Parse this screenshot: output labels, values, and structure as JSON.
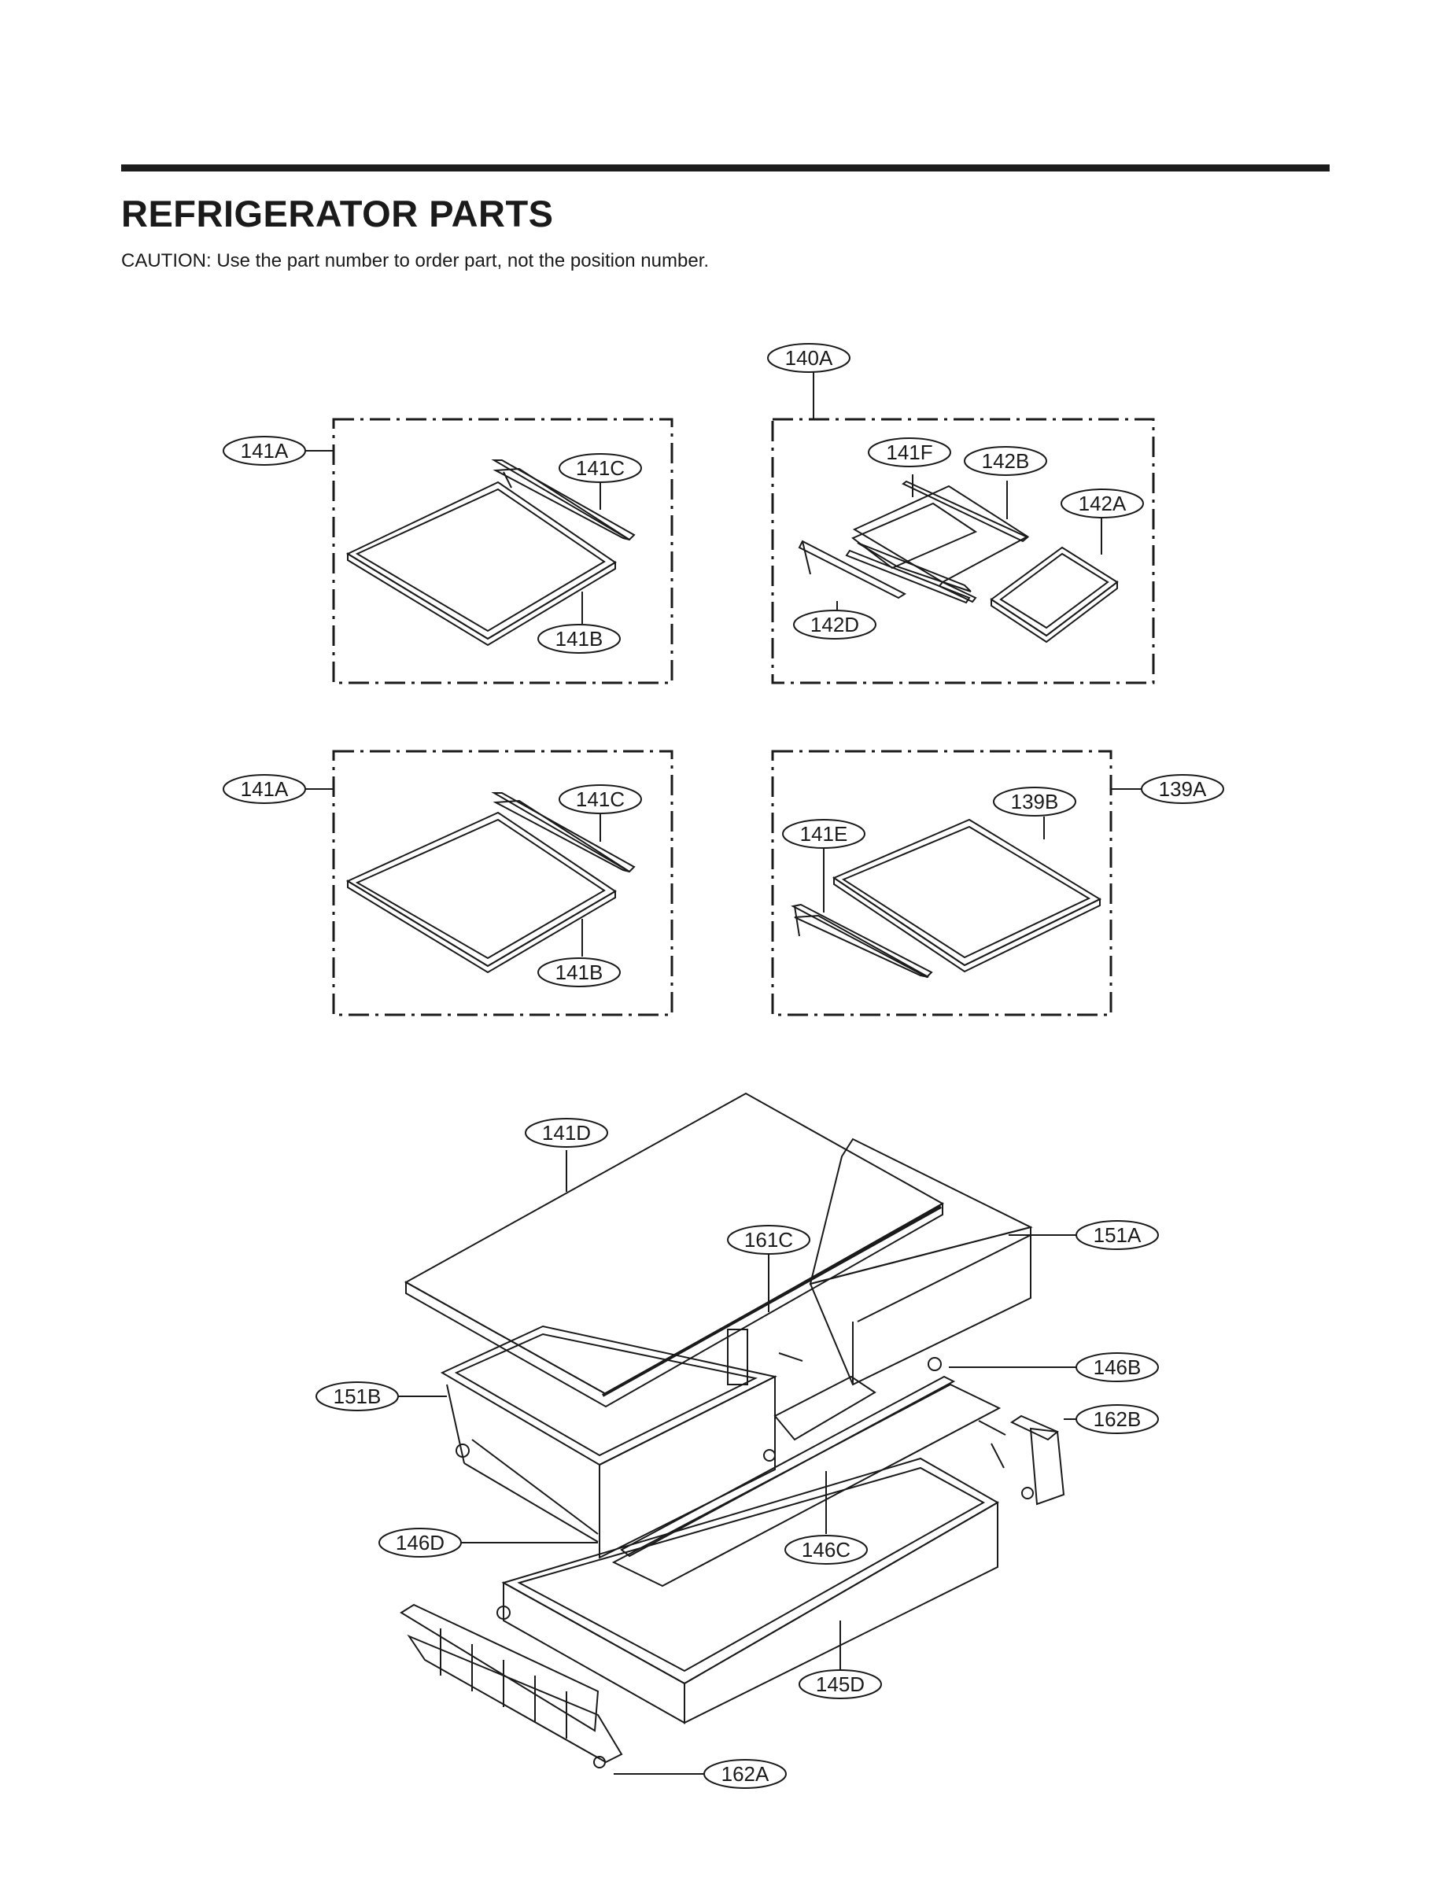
{
  "header": {
    "title": "REFRIGERATOR PARTS",
    "caution": "CAUTION: Use the part number to order part, not the position number."
  },
  "callouts": {
    "p140A": "140A",
    "p141A_1": "141A",
    "p141C_1": "141C",
    "p141B_1": "141B",
    "p141F": "141F",
    "p142B": "142B",
    "p142A": "142A",
    "p142D": "142D",
    "p141A_2": "141A",
    "p141C_2": "141C",
    "p141B_2": "141B",
    "p139B": "139B",
    "p139A": "139A",
    "p141E": "141E",
    "p141D": "141D",
    "p161C": "161C",
    "p151A": "151A",
    "p146B": "146B",
    "p151B": "151B",
    "p162B": "162B",
    "p146D": "146D",
    "p146C": "146C",
    "p145D": "145D",
    "p162A": "162A"
  }
}
